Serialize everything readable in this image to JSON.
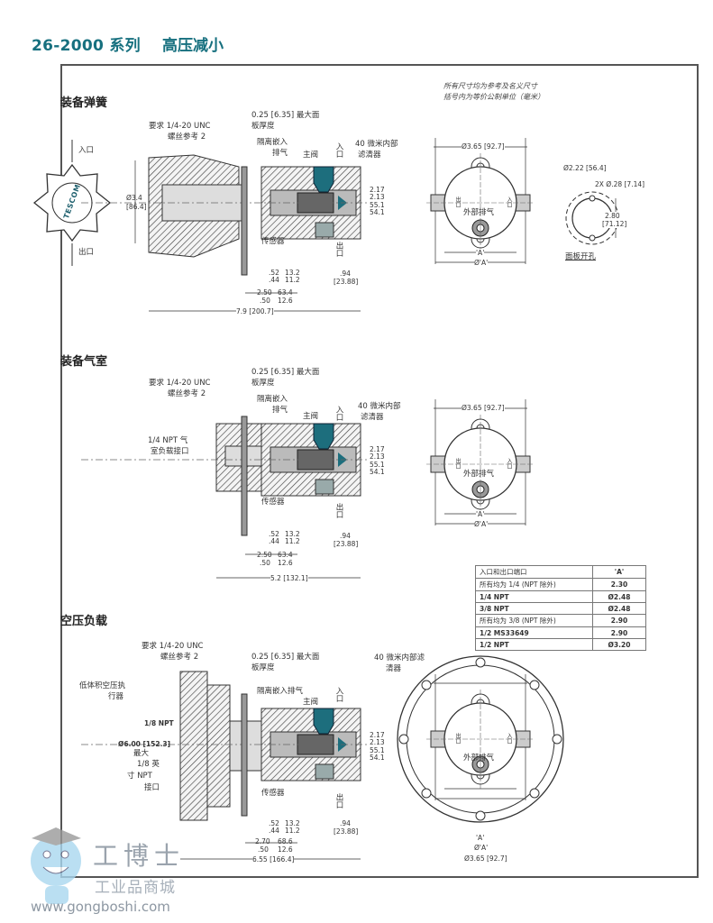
{
  "header": {
    "series": "26-2000 系列",
    "title": "高压减小"
  },
  "note": [
    "所有尺寸均为参考及名义尺寸",
    "括号内为等价公制单位（毫米）"
  ],
  "section1": {
    "heading": "装备弹簧",
    "knob": {
      "inlet": "入口",
      "outlet": "出口",
      "brand": "TESCOM"
    },
    "labels": {
      "screw1": "要求  1/4-20 UNC",
      "screw2": "螺丝参考  2",
      "plate1": "0.25 [6.35]  最大面",
      "plate2": "板厚度",
      "vent1": "隔离嵌入",
      "vent2": "排气",
      "valve": "主阀",
      "inlet": "入口",
      "filter1": "40  微米内部",
      "filter2": "滤清器",
      "sensor": "传感器",
      "outlet": "出口"
    },
    "dims": {
      "dia": "Ø3.4",
      "dia_mm": "[86.4]",
      "port_a": "2.17",
      "port_b": "2.13",
      "port_mm_a": "55.1",
      "port_mm_b": "54.1",
      "d1a": ".52",
      "d1b": ".44",
      "d1ma": "13.2",
      "d1mb": "11.2",
      "d2": ".94",
      "d2m": "[23.88]",
      "d3a": "2.50",
      "d3b": ".50",
      "d3ma": "63.4",
      "d3mb": "12.6",
      "overall": "7.9 [200.7]"
    },
    "end_view": {
      "dia": "Ø3.65 [92.7]",
      "exhaust": "外部排气",
      "a": "'A'",
      "dia_a": "Ø'A'",
      "in": "入口",
      "out": "出口"
    },
    "cutout": {
      "dia": "Ø2.22 [56.4]",
      "holes": "2X  Ø.28 [7.14]",
      "dist": "2.80",
      "dist_mm": "[71.12]",
      "caption": "面板开孔"
    }
  },
  "section2": {
    "heading": "装备气室",
    "labels": {
      "screw1": "要求  1/4-20 UNC",
      "screw2": "螺丝参考  2",
      "plate1": "0.25 [6.35]  最大面",
      "plate2": "板厚度",
      "vent1": "隔离嵌入",
      "vent2": "排气",
      "valve": "主阀",
      "inlet": "入口",
      "filter1": "40  微米内部",
      "filter2": "滤清器",
      "sensor": "传感器",
      "outlet": "出口",
      "dome1": "1/4 NPT  气",
      "dome2": "室负载接口"
    },
    "dims": {
      "port_a": "2.17",
      "port_b": "2.13",
      "port_mm_a": "55.1",
      "port_mm_b": "54.1",
      "d1a": ".52",
      "d1b": ".44",
      "d1ma": "13.2",
      "d1mb": "11.2",
      "d2": ".94",
      "d2m": "[23.88]",
      "d3a": "2.50",
      "d3b": ".50",
      "d3ma": "63.4",
      "d3mb": "12.6",
      "overall": "5.2 [132.1]"
    },
    "end_view": {
      "dia": "Ø3.65 [92.7]",
      "exhaust": "外部排气",
      "a": "'A'",
      "dia_a": "Ø'A'",
      "in": "入口",
      "out": "出口"
    }
  },
  "ports_table": {
    "headers": [
      "入口和出口端口",
      "'A'"
    ],
    "rows": [
      [
        "所有均为  1/4 (NPT  除外)",
        "2.30"
      ],
      [
        "1/4 NPT",
        "Ø2.48"
      ],
      [
        "3/8 NPT",
        "Ø2.48"
      ],
      [
        "所有均为  3/8 (NPT  除外)",
        "2.90"
      ],
      [
        "1/2 MS33649",
        "2.90"
      ],
      [
        "1/2 NPT",
        "Ø3.20"
      ]
    ]
  },
  "section3": {
    "heading": "空压负载",
    "labels": {
      "screw1": "要求  1/4-20 UNC",
      "screw2": "螺丝参考  2",
      "plate1": "0.25 [6.35]  最大面",
      "plate2": "板厚度",
      "vent": "隔离嵌入排气",
      "valve": "主阀",
      "inlet": "入口",
      "filter1": "40  微米内部滤",
      "filter2": "清器",
      "sensor": "传感器",
      "outlet": "出口",
      "actuator1": "低体积空压执",
      "actuator2": "行器",
      "npt18": "1/8 NPT",
      "dia": "Ø6.00 [152.3]",
      "dia2": "最大",
      "port1": "1/8  英",
      "port2": "寸  NPT",
      "port3": "接口"
    },
    "dims": {
      "port_a": "2.17",
      "port_b": "2.13",
      "port_mm_a": "55.1",
      "port_mm_b": "54.1",
      "d1a": ".52",
      "d1b": ".44",
      "d1ma": "13.2",
      "d1mb": "11.2",
      "d2": ".94",
      "d2m": "[23.88]",
      "d3a": "2.70",
      "d3b": ".50",
      "d3ma": "68.6",
      "d3mb": "12.6",
      "overall": "6.55 [166.4]"
    },
    "end_view": {
      "dia": "Ø3.65 [92.7]",
      "exhaust": "外部排气",
      "a": "'A'",
      "dia_a": "Ø'A'",
      "in": "入口",
      "out": "出口"
    }
  },
  "watermark": {
    "name": "工博士",
    "sub": "工业品商城",
    "url": "www.gongboshi.com"
  },
  "colors": {
    "title": "#17707f",
    "filter": "#1d6e7d",
    "frame": "#555555"
  }
}
